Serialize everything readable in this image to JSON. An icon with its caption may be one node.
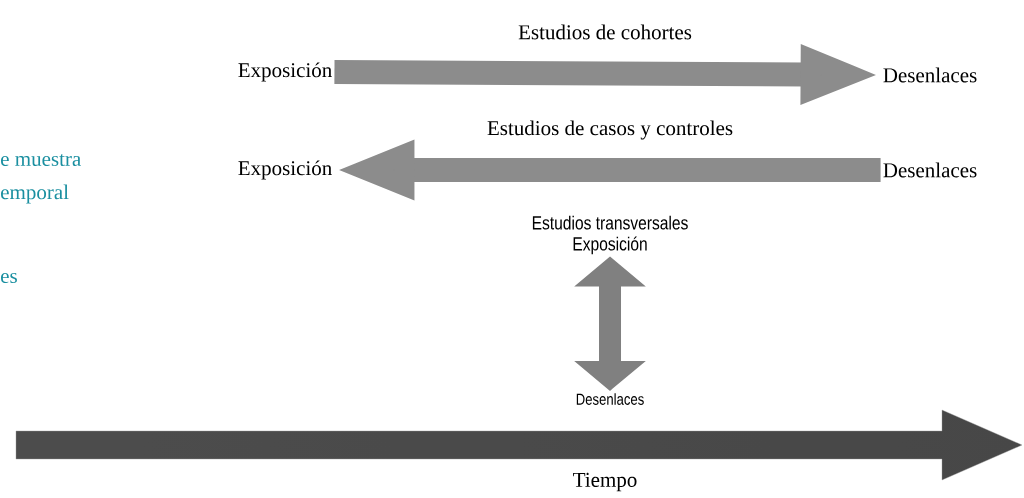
{
  "diagram": {
    "nodes": [
      {
        "text": [
          "Exposición"
        ]
      },
      {
        "text": [
          "Desenlaces"
        ]
      },
      {
        "text": [
          "Exposición"
        ]
      },
      {
        "text": [
          "Desenlaces"
        ]
      },
      {
        "text": [
          "Estudios transversales",
          "Exposición"
        ]
      },
      {
        "text": [
          "Desenlaces"
        ]
      }
    ],
    "edges": [
      {
        "from": 0,
        "to": 1,
        "arrow": "to",
        "label": "Estudios de cohortes"
      },
      {
        "from": 3,
        "to": 2,
        "arrow": "to",
        "label": "Estudios de casos y controles"
      },
      {
        "from": 4,
        "to": 5,
        "arrow": "both"
      }
    ],
    "labels": [
      "e muestra",
      "emporal",
      "es",
      "Tiempo"
    ]
  }
}
